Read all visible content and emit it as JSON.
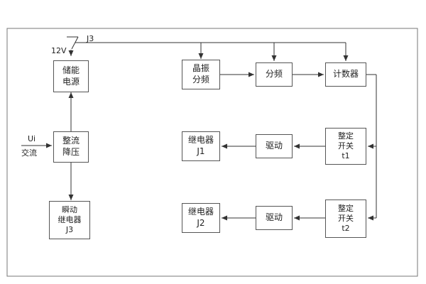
{
  "diagram": {
    "labels": {
      "switch": "J3",
      "voltage": "12V",
      "ui": "Ui",
      "ac": "交流"
    },
    "blocks": {
      "storage_power": "储能\n电源",
      "rectifier": "整流\n降压",
      "instant_relay": "瞬动\n继电器\nJ3",
      "crystal_divider": "晶振\n分频",
      "divider": "分频",
      "counter": "计数器",
      "relay_j1": "继电器\nJ1",
      "drive1": "驱动",
      "setting_switch_t1": "整定\n开关\nt1",
      "relay_j2": "继电器\nJ2",
      "drive2": "驱动",
      "setting_switch_t2": "整定\n开关\nt2"
    }
  }
}
